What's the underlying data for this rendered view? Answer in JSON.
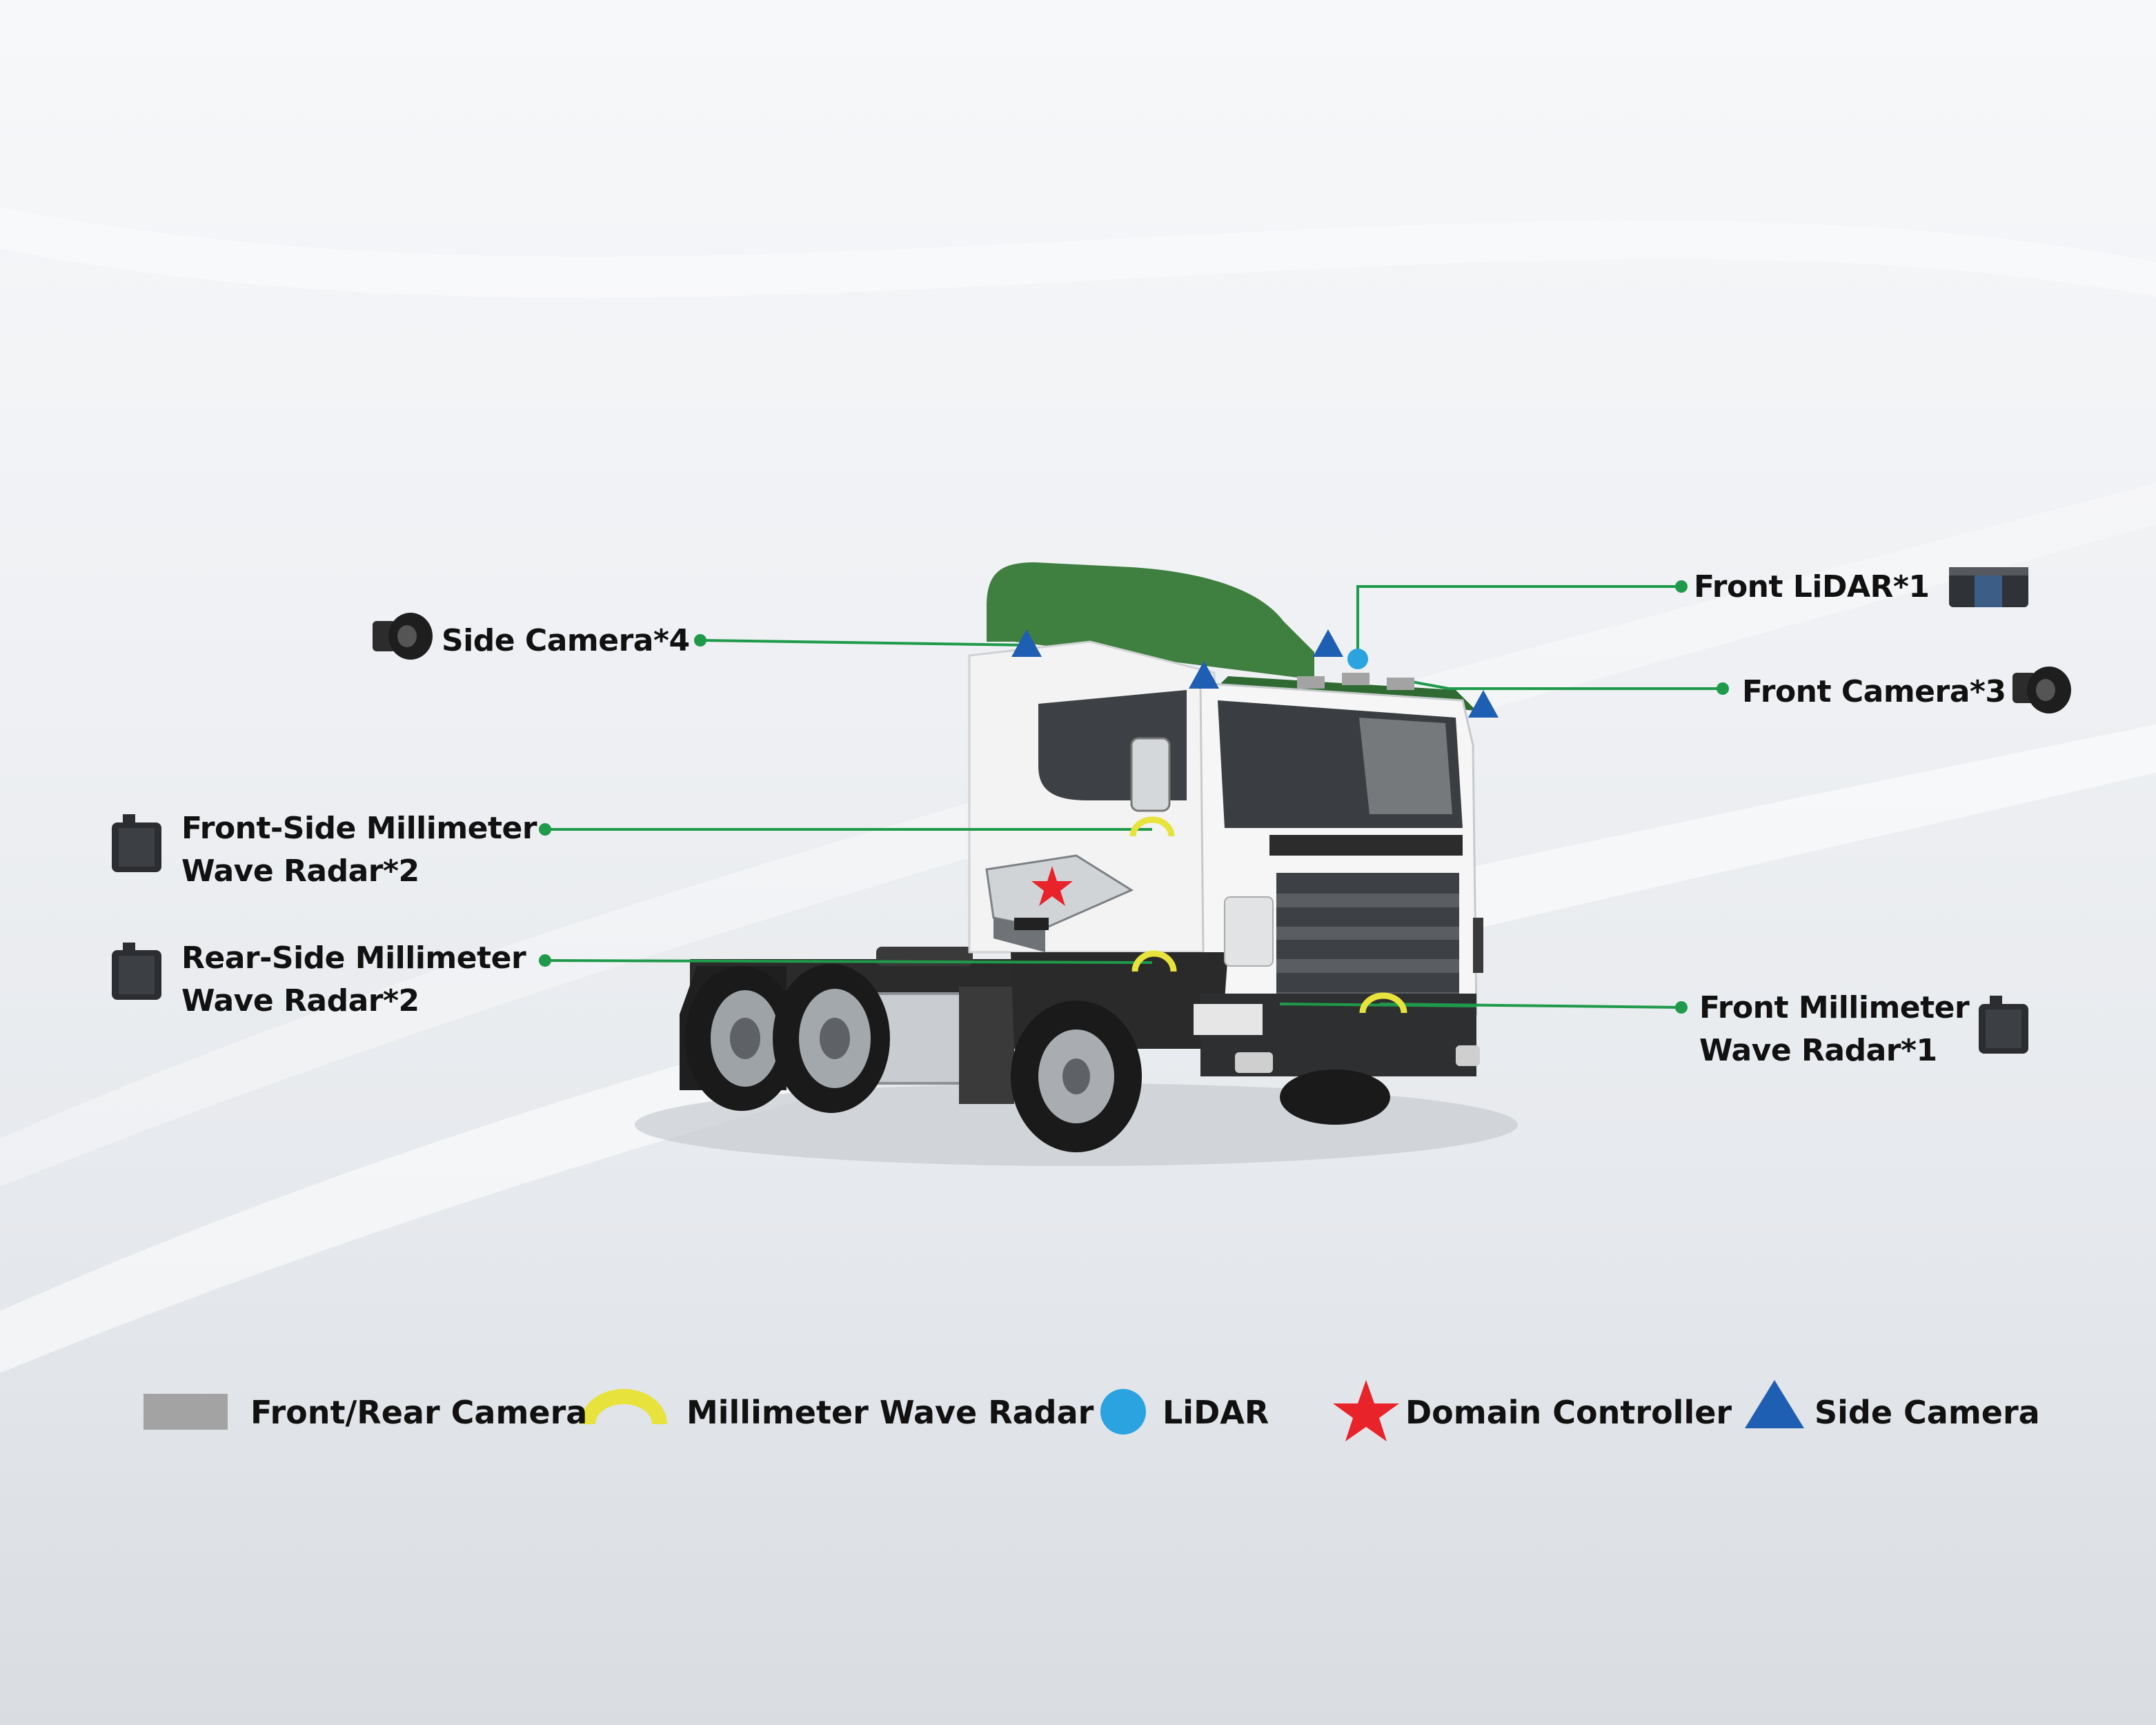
{
  "callouts": {
    "front_lidar": "Front LiDAR*1",
    "side_camera": "Side Camera*4",
    "front_camera": "Front Camera*3",
    "front_side_radar": [
      "Front-Side Millimeter",
      "Wave Radar*2"
    ],
    "rear_side_radar": [
      "Rear-Side Millimeter",
      "Wave Radar*2"
    ],
    "front_radar": [
      "Front Millimeter",
      "Wave Radar*1"
    ]
  },
  "legend": [
    {
      "label": "Front/Rear Camera",
      "symbol": "gray-rectangle",
      "color": "#a3a3a3"
    },
    {
      "label": "Millimeter Wave Radar",
      "symbol": "yellow-arc",
      "color": "#e8e23c"
    },
    {
      "label": "LiDAR",
      "symbol": "blue-circle",
      "color": "#2aa3e0"
    },
    {
      "label": "Domain Controller",
      "symbol": "red-star",
      "color": "#e8232a"
    },
    {
      "label": "Side Camera",
      "symbol": "blue-triangle",
      "color": "#1f5fb3"
    }
  ],
  "colors": {
    "leader_line": "#1f9a4a",
    "cab_roof": "#3f7f3f",
    "cab_body": "#f4f4f4"
  }
}
